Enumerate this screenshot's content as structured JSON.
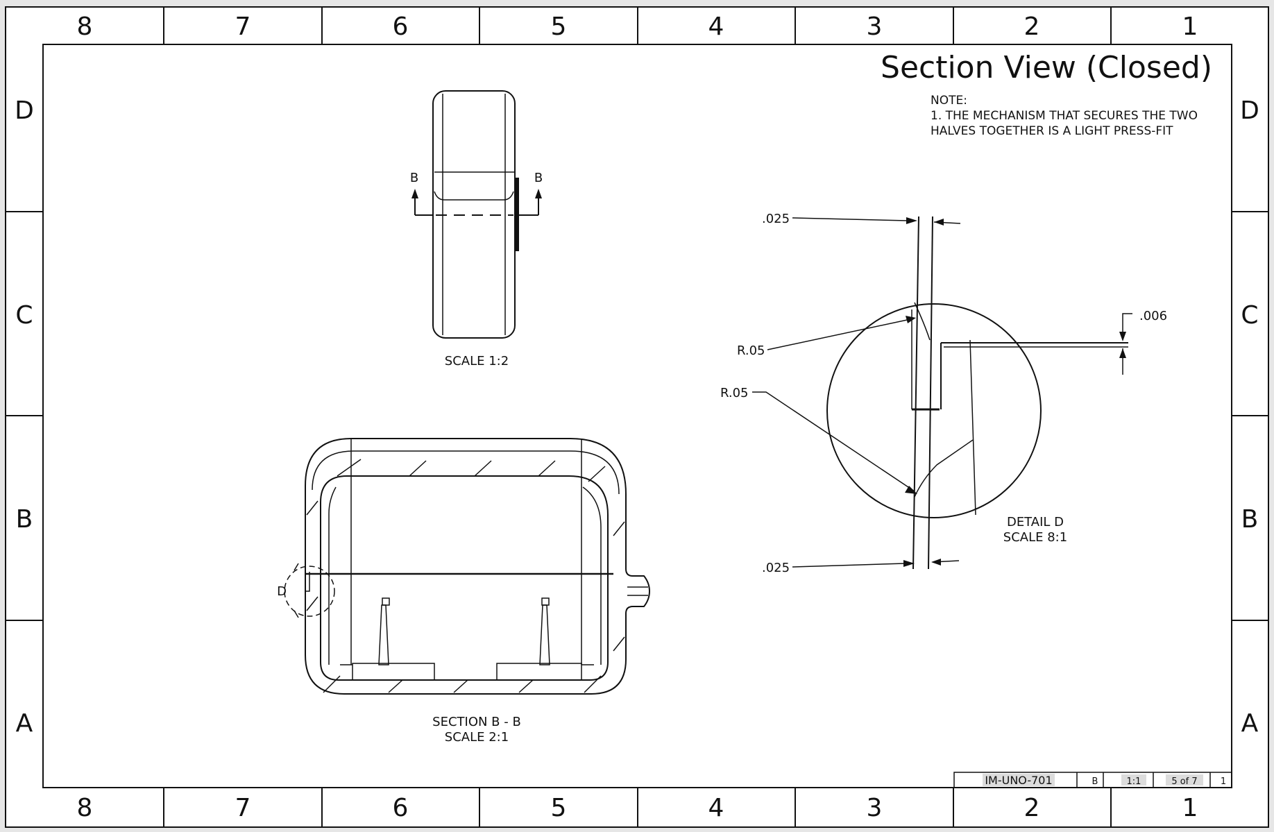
{
  "sheet": {
    "title": "Section View (Closed)",
    "note_heading": "NOTE:",
    "note_line_1": "1. THE MECHANISM THAT SECURES THE TWO",
    "note_line_2": "HALVES TOGETHER IS A LIGHT PRESS-FIT",
    "zone_columns": [
      "8",
      "7",
      "6",
      "5",
      "4",
      "3",
      "2",
      "1"
    ],
    "zone_rows": [
      "D",
      "C",
      "B",
      "A"
    ]
  },
  "views": {
    "side": {
      "section_letter_left": "B",
      "section_letter_right": "B",
      "scale_label": "SCALE 1:2"
    },
    "section": {
      "title": "SECTION B - B",
      "scale_label": "SCALE 2:1",
      "detail_callout": "D"
    },
    "detail": {
      "title": "DETAIL D",
      "scale_label": "SCALE 8:1",
      "dim_top_wall": ".025",
      "dim_gap": ".006",
      "dim_radius_upper": "R.05",
      "dim_radius_lower": "R.05",
      "dim_bottom_wall": ".025"
    }
  },
  "title_block": {
    "drawing_number": "IM-UNO-701",
    "size": "B",
    "scale": "1:1",
    "sheet": "5 of 7",
    "revision": "1"
  }
}
